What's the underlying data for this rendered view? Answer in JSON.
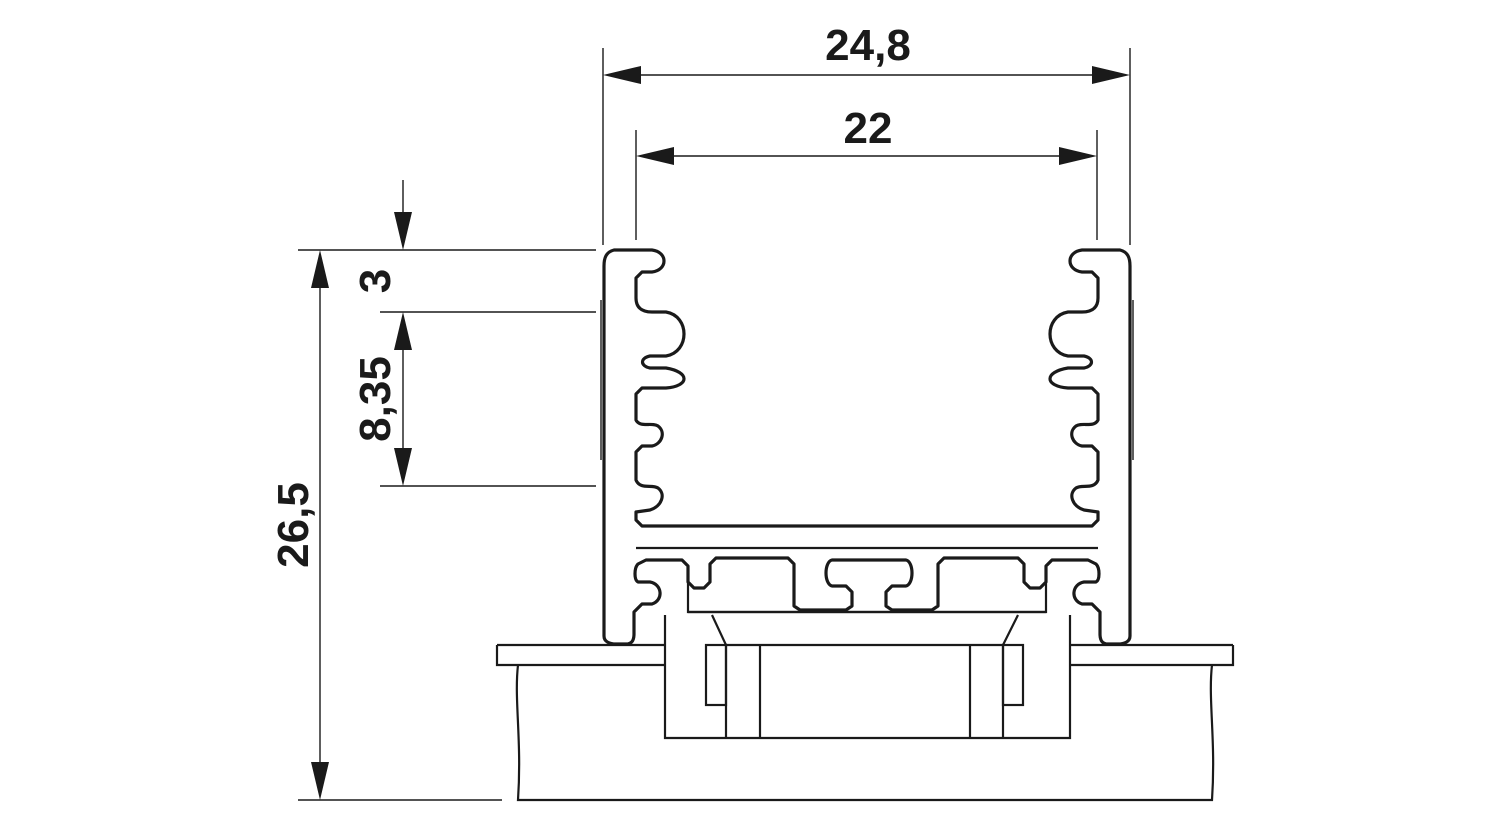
{
  "dimensions": {
    "outer_width": "24,8",
    "inner_width": "22",
    "top_offset": "3",
    "groove_height": "8,35",
    "total_height": "26,5"
  },
  "colors": {
    "line": "#1a1a1a",
    "background": "#ffffff"
  }
}
